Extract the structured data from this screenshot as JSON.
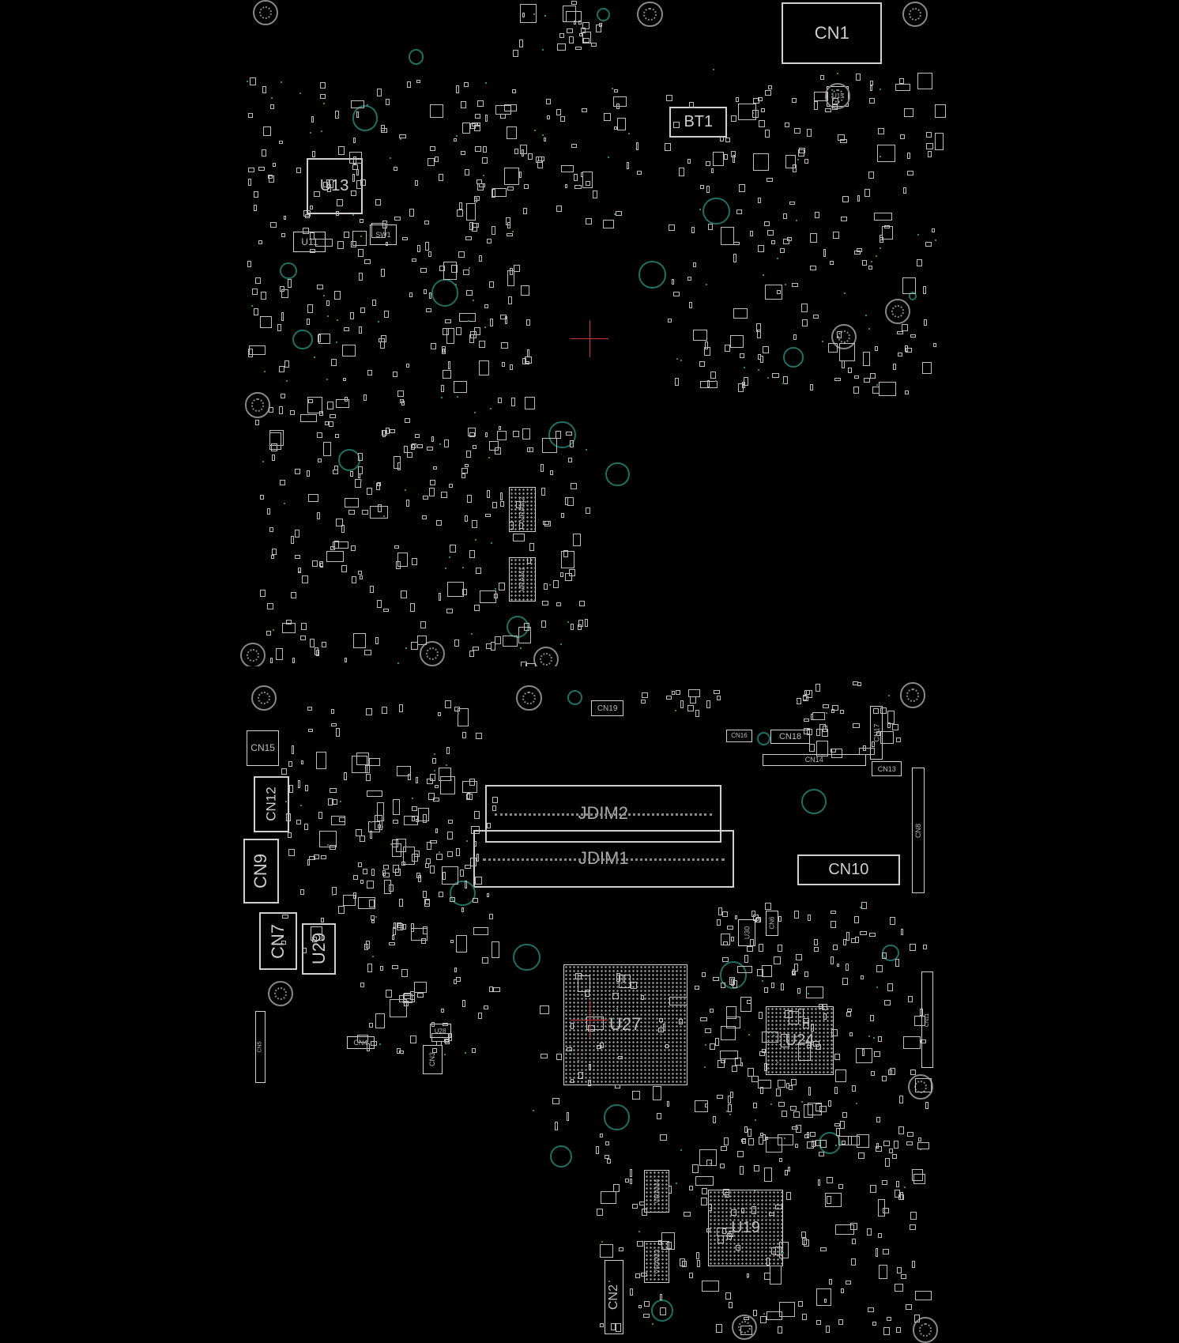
{
  "title": "PCB boardview (top and bottom layers)",
  "components": {
    "CN1": "CN1",
    "BT1": "BT1",
    "U13": "U13",
    "U11": "U11",
    "SW1": "SW1",
    "U15": "U15",
    "VRAM2": "VRAM2",
    "VRAM1": "VRAM1",
    "CN15": "CN15",
    "CN12": "CN12",
    "CN9": "CN9",
    "CN7": "CN7",
    "U29": "U29",
    "CN19": "CN19",
    "CN16": "CN16",
    "CN18": "CN18",
    "CN14": "CN14",
    "CN17": "CN17",
    "CN13": "CN13",
    "JDIM2": "JDIM2",
    "JDIM1": "JDIM1",
    "CN10": "CN10",
    "CN8": "CN8",
    "U30": "U30",
    "CN6": "CN6",
    "U27": "U27",
    "U24": "U24",
    "CN4": "CN4",
    "U28": "U28",
    "CN3": "CN3",
    "CN5": "CN5",
    "CN11": "CN11",
    "VRAM4": "VRAM4",
    "VRAM3": "VRAM3",
    "U19": "U19",
    "CN2": "CN2"
  },
  "colors": {
    "background": "#000000",
    "outline": "#cfcfcf",
    "hole": "#1f6f63",
    "marker": "#cc3333"
  }
}
